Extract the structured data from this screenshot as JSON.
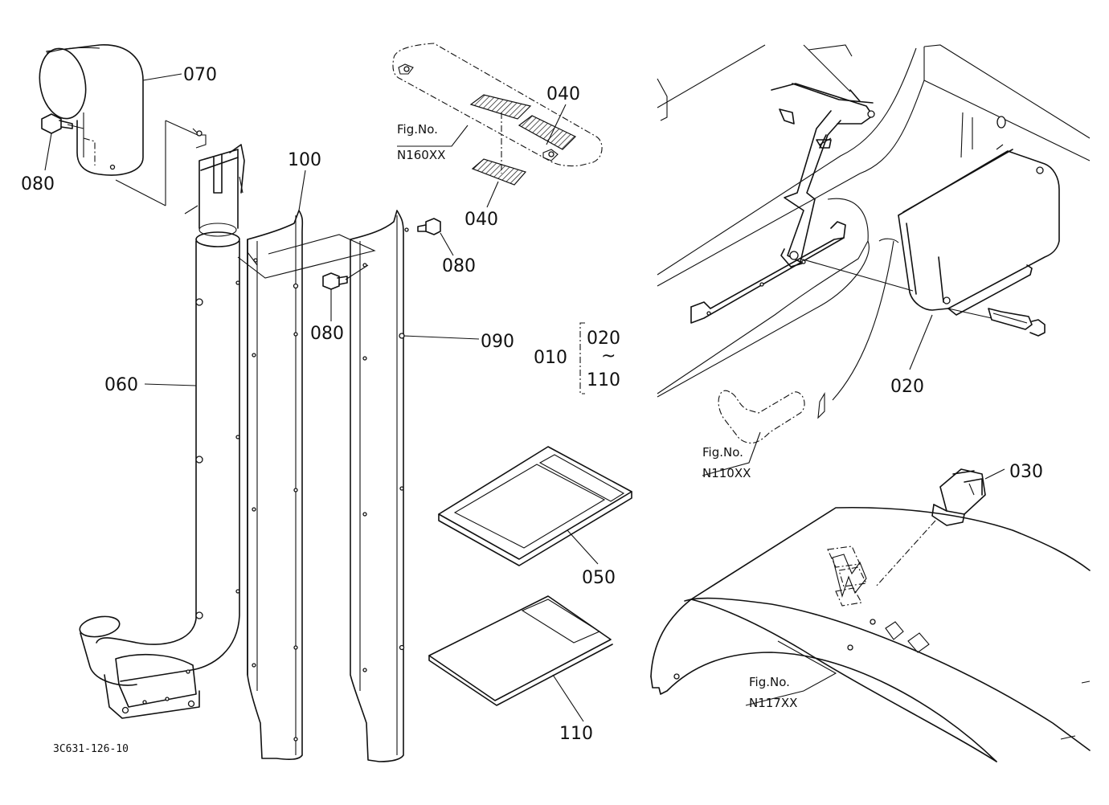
{
  "callouts": [
    {
      "id": "c070",
      "text": "070"
    },
    {
      "id": "c080a",
      "text": "080"
    },
    {
      "id": "c100",
      "text": "100"
    },
    {
      "id": "c080b",
      "text": "080"
    },
    {
      "id": "c080c",
      "text": "080"
    },
    {
      "id": "c090",
      "text": "090"
    },
    {
      "id": "c060",
      "text": "060"
    },
    {
      "id": "c040a",
      "text": "040"
    },
    {
      "id": "c040b",
      "text": "040"
    },
    {
      "id": "c010",
      "text": "010"
    },
    {
      "id": "c020r",
      "text": "020"
    },
    {
      "id": "c110r",
      "text": "110"
    },
    {
      "id": "c050",
      "text": "050"
    },
    {
      "id": "c110",
      "text": "110"
    },
    {
      "id": "c020",
      "text": "020"
    },
    {
      "id": "c030",
      "text": "030"
    }
  ],
  "range_tilde": "~",
  "fig_refs": [
    {
      "label": "Fig.No.",
      "number": "N160XX"
    },
    {
      "label": "Fig.No.",
      "number": "N110XX"
    },
    {
      "label": "Fig.No.",
      "number": "N117XX"
    }
  ],
  "drawing_code": "3C631-126-10"
}
